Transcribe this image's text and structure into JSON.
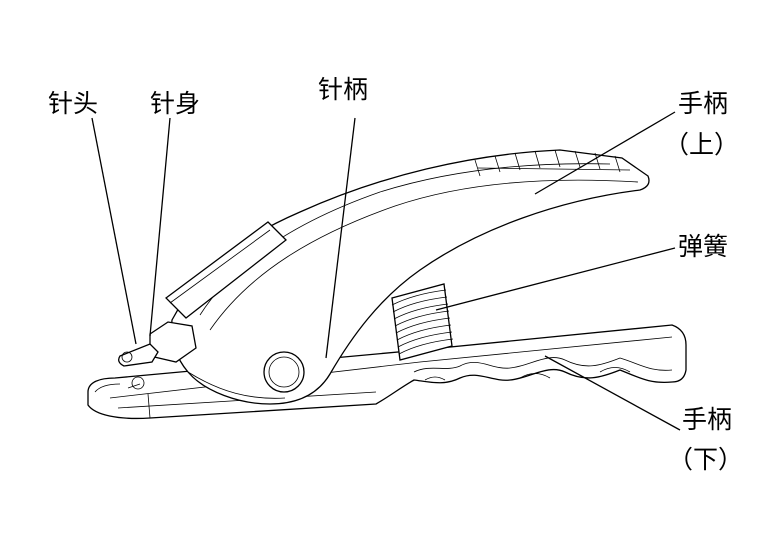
{
  "diagram": {
    "labels": {
      "needle_tip": "针头",
      "needle_body": "针身",
      "needle_handle": "针柄",
      "upper_handle": "手柄",
      "upper_handle_note": "（上）",
      "spring": "弹簧",
      "lower_handle": "手柄",
      "lower_handle_note": "（下）"
    }
  }
}
